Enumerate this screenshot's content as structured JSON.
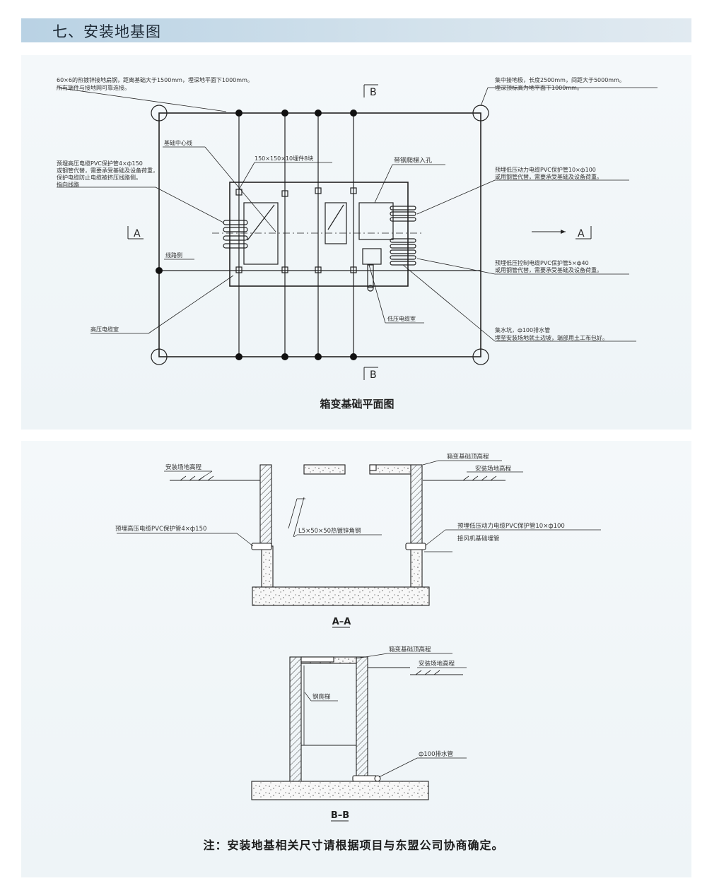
{
  "header": {
    "title": "七、安装地基图"
  },
  "plan": {
    "caption": "箱变基础平面图",
    "notes": {
      "top_left_1": "60×6的热镀锌接地扁钢，距离基础大于1500mm，埋深地平面下1000mm。",
      "top_left_2": "所有端件与接地网可靠连接。",
      "top_right_1": "集中接地极，长度2500mm，间距大于5000mm。",
      "top_right_2": "埋深顶标高为地平面下1000mm。",
      "center_line": "基础中心线",
      "embedded": "150×150×10埋件8块",
      "ladder_hole": "带钢爬梯入孔",
      "hv_pvc_1": "预埋高压电缆PVC保护管4×ф150",
      "hv_pvc_2": "或钢管代替，需要承受基础及设备荷重，",
      "hv_pvc_3": "保护电缆防止电缆被挤压线路侧。",
      "hv_pvc_4": "指向线路",
      "lv_power_1": "预埋低压动力电缆PVC保护管10×ф100",
      "lv_power_2": "或用钢管代替，需要承受基础及设备荷重。",
      "line_side": "线路侧",
      "lv_control_1": "预埋低压控制电缆PVC保护管5×ф40",
      "lv_control_2": "或用钢管代替，需要承受基础及设备荷重。",
      "hv_room": "高压电缆室",
      "lv_room": "低压电缆室",
      "sump_1": "集水坑，ф100排水管",
      "sump_2": "埋至安装场地就土边坡，端部用土工布包好。"
    },
    "section_marks": {
      "a": "A",
      "b": "B"
    }
  },
  "section_aa": {
    "title": "A–A",
    "labels": {
      "ground_left": "安装场地高程",
      "box_top": "箱变基础顶高程",
      "ground_right": "安装场地高程",
      "hv_pipe": "预埋高压电缆PVC保护管4×ф150",
      "angle_steel": "L5×50×50热镀锌角钢",
      "lv_pipe": "预埋低压动力电缆PVC保护管10×ф100",
      "fan_pipe": "接风机基础埋管"
    }
  },
  "section_bb": {
    "title": "B–B",
    "labels": {
      "box_top": "箱变基础顶高程",
      "ground": "安装场地高程",
      "ladder": "钢爬梯",
      "drain": "ф100排水管"
    }
  },
  "footer": {
    "note": "注：安装地基相关尺寸请根据项目与东盟公司协商确定。"
  }
}
